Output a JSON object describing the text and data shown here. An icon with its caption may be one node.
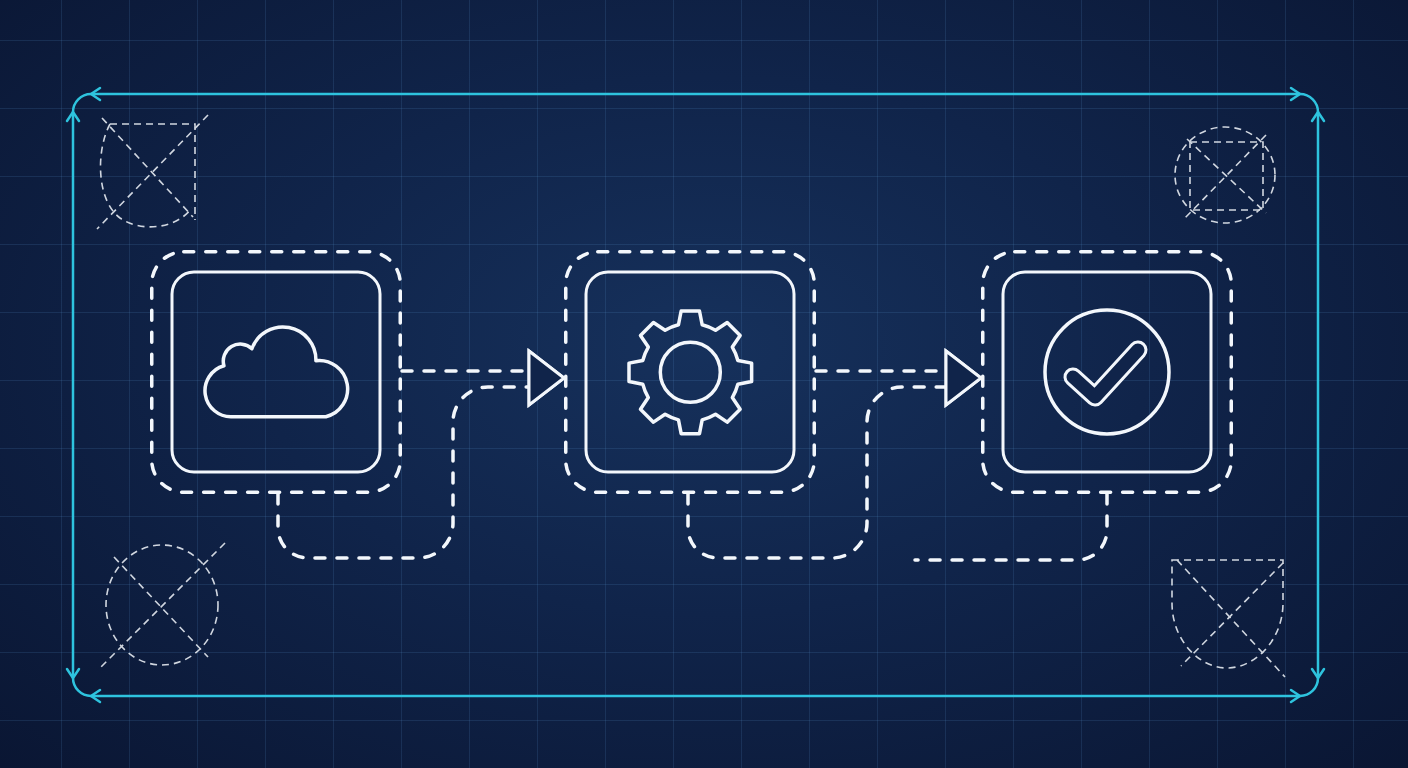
{
  "diagram": {
    "nodes": [
      {
        "text": [],
        "shape": "box"
      },
      {
        "text": [],
        "shape": "box"
      },
      {
        "text": [],
        "shape": "box"
      }
    ],
    "edges": [
      {
        "from": 0,
        "to": 1,
        "arrow": "to",
        "style": "dashed"
      },
      {
        "from": 0,
        "to": 1,
        "arrow": "to",
        "style": "dashed"
      },
      {
        "from": 1,
        "to": 2,
        "arrow": "to",
        "style": "dashed"
      },
      {
        "from": 1,
        "to": 2,
        "arrow": "to",
        "style": "dashed"
      },
      {
        "from": 2,
        "to": null,
        "arrow": "none",
        "style": "dashed"
      }
    ]
  }
}
